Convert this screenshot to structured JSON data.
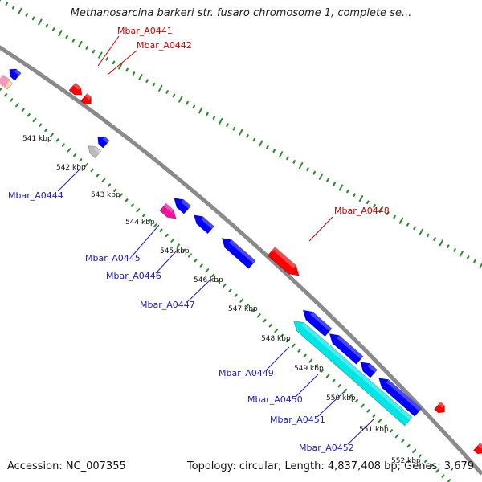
{
  "title": "Methanosarcina barkeri str. fusaro chromosome 1, complete se...",
  "footer": {
    "accession": "Accession: NC_007355",
    "summary": "Topology: circular; Length: 4,837,408 bp; Genes: 3,679"
  },
  "colors": {
    "backbone": "#8a8a8a",
    "tick_outer": "#2e8b2e",
    "tick_inner": "#2e8b2e",
    "forward_gene": "#ff0000",
    "reverse_gene": "#0000ff",
    "label_forward": "#cc0000",
    "label_reverse": "#1a1acc",
    "rrna": "#00e5e5",
    "pseudo": "#bbbbbb",
    "magenta": "#ee1199",
    "pale": "#f5d6a0"
  },
  "scale_labels": [
    "541 kbp",
    "542 kbp",
    "543 kbp",
    "544 kbp",
    "545 kbp",
    "546 kbp",
    "547 kbp",
    "548 kbp",
    "549 kbp",
    "550 kbp",
    "551 kbp",
    "552 kbp"
  ],
  "gene_labels": [
    {
      "text": "Mbar_A0441",
      "strand": "forward"
    },
    {
      "text": "Mbar_A0442",
      "strand": "forward"
    },
    {
      "text": "Mbar_A0444",
      "strand": "reverse"
    },
    {
      "text": "Mbar_A0445",
      "strand": "reverse"
    },
    {
      "text": "Mbar_A0446",
      "strand": "reverse"
    },
    {
      "text": "Mbar_A0447",
      "strand": "reverse"
    },
    {
      "text": "Mbar_A0448",
      "strand": "forward"
    },
    {
      "text": "Mbar_A0449",
      "strand": "reverse"
    },
    {
      "text": "Mbar_A0450",
      "strand": "reverse"
    },
    {
      "text": "Mbar_A0451",
      "strand": "reverse"
    },
    {
      "text": "Mbar_A0452",
      "strand": "reverse"
    }
  ]
}
